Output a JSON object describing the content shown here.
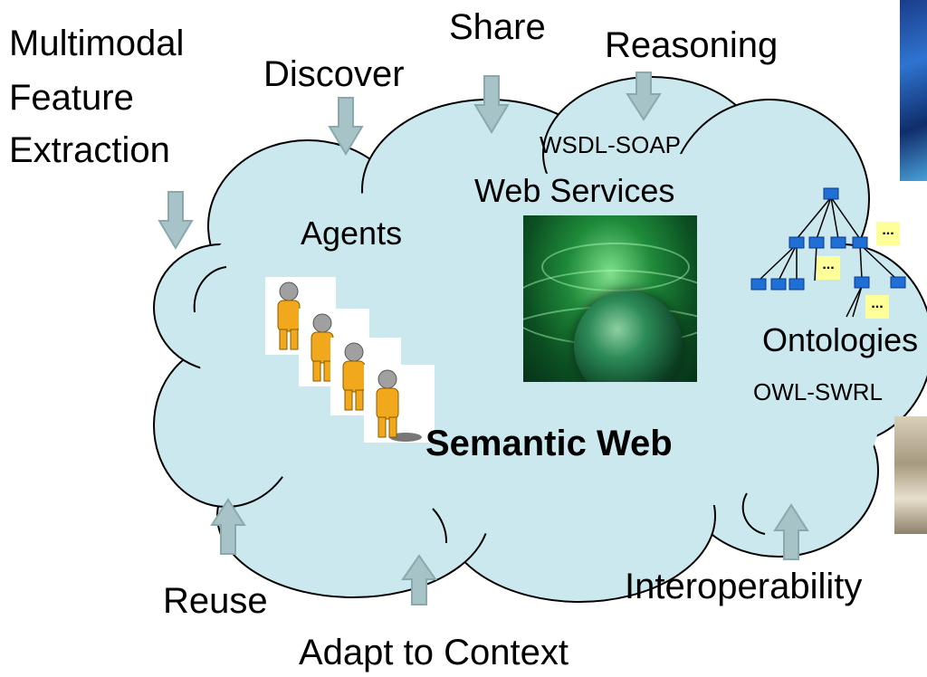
{
  "labels": {
    "multimodal": "Multimodal",
    "feature": "Feature",
    "extraction": "Extraction",
    "discover": "Discover",
    "share": "Share",
    "reasoning": "Reasoning",
    "wsdl_soap": "WSDL-SOAP",
    "web_services": "Web Services",
    "agents": "Agents",
    "ontologies": "Ontologies",
    "owl_swrl": "OWL-SWRL",
    "semantic_web": "Semantic Web",
    "reuse": "Reuse",
    "adapt_to_context": "Adapt to Context",
    "interoperability": "Interoperability"
  },
  "notes": [
    "...",
    "...",
    "..."
  ],
  "colors": {
    "cloud_fill": "#cce8ef",
    "cloud_stroke": "#000000",
    "arrow_fill": "#a8c3c7",
    "arrow_stroke": "#8aa9ad",
    "tree_node": "#1f6fd6",
    "note_fill": "#ffff99"
  },
  "icons": [
    "down-arrow-icon",
    "up-arrow-icon",
    "person-icon",
    "globe-image",
    "ontology-tree-icon"
  ]
}
